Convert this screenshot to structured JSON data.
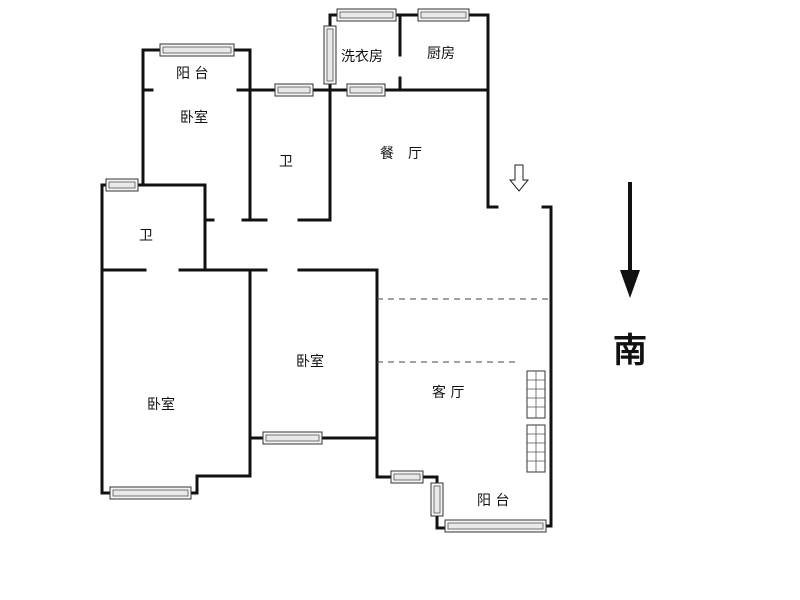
{
  "rooms": {
    "balcony_north": "阳 台",
    "bedroom_north": "卧室",
    "bath_center": "卫",
    "laundry": "洗衣房",
    "kitchen": "厨房",
    "dining": "餐　厅",
    "bath_west": "卫",
    "bedroom_master": "卧室",
    "bedroom_middle": "卧室",
    "living": "客 厅",
    "balcony_south": "阳 台"
  },
  "compass": {
    "label": "南"
  }
}
